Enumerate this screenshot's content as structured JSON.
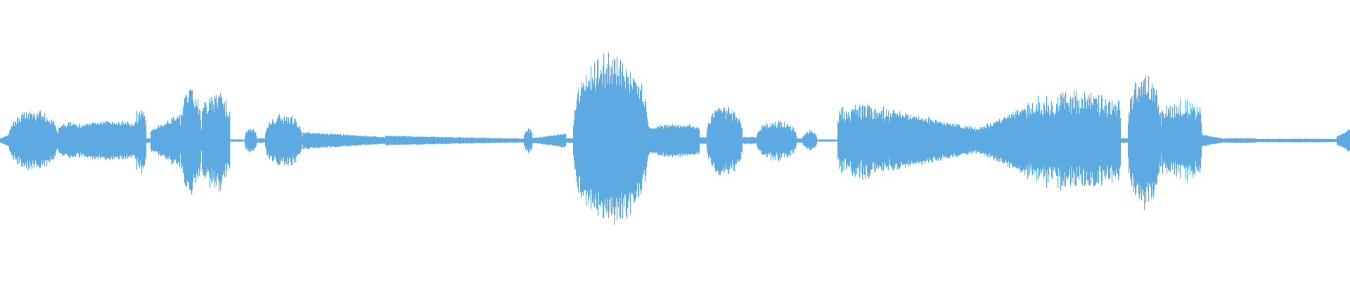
{
  "waveform": {
    "color": "#5DA9E1",
    "background": "#ffffff",
    "amplitude_scale": 1.0,
    "segments": [
      {
        "start": 0.0,
        "end": 0.006,
        "amp": 0.05,
        "shape": "rise"
      },
      {
        "start": 0.006,
        "end": 0.043,
        "amp": 0.24,
        "shape": "burst"
      },
      {
        "start": 0.043,
        "end": 0.062,
        "amp": 0.14,
        "shape": "flat"
      },
      {
        "start": 0.062,
        "end": 0.099,
        "amp": 0.16,
        "shape": "flat"
      },
      {
        "start": 0.099,
        "end": 0.108,
        "amp": 0.26,
        "shape": "spiky"
      },
      {
        "start": 0.108,
        "end": 0.111,
        "amp": 0.02,
        "shape": "flat"
      },
      {
        "start": 0.111,
        "end": 0.133,
        "amp": 0.22,
        "shape": "rise"
      },
      {
        "start": 0.133,
        "end": 0.149,
        "amp": 0.44,
        "shape": "burst"
      },
      {
        "start": 0.149,
        "end": 0.17,
        "amp": 0.4,
        "shape": "spiky"
      },
      {
        "start": 0.17,
        "end": 0.181,
        "amp": 0.01,
        "shape": "flat"
      },
      {
        "start": 0.181,
        "end": 0.19,
        "amp": 0.1,
        "shape": "burst"
      },
      {
        "start": 0.19,
        "end": 0.196,
        "amp": 0.02,
        "shape": "flat"
      },
      {
        "start": 0.196,
        "end": 0.224,
        "amp": 0.21,
        "shape": "burst"
      },
      {
        "start": 0.224,
        "end": 0.285,
        "amp": 0.07,
        "shape": "fall"
      },
      {
        "start": 0.285,
        "end": 0.388,
        "amp": 0.04,
        "shape": "fall"
      },
      {
        "start": 0.388,
        "end": 0.394,
        "amp": 0.1,
        "shape": "spiky"
      },
      {
        "start": 0.394,
        "end": 0.419,
        "amp": 0.06,
        "shape": "rise"
      },
      {
        "start": 0.419,
        "end": 0.424,
        "amp": 0.02,
        "shape": "flat"
      },
      {
        "start": 0.424,
        "end": 0.48,
        "amp": 0.68,
        "shape": "burst"
      },
      {
        "start": 0.48,
        "end": 0.518,
        "amp": 0.13,
        "shape": "flat"
      },
      {
        "start": 0.518,
        "end": 0.523,
        "amp": 0.03,
        "shape": "flat"
      },
      {
        "start": 0.523,
        "end": 0.55,
        "amp": 0.28,
        "shape": "burst"
      },
      {
        "start": 0.55,
        "end": 0.56,
        "amp": 0.03,
        "shape": "flat"
      },
      {
        "start": 0.56,
        "end": 0.59,
        "amp": 0.16,
        "shape": "burst"
      },
      {
        "start": 0.59,
        "end": 0.594,
        "amp": 0.02,
        "shape": "flat"
      },
      {
        "start": 0.594,
        "end": 0.605,
        "amp": 0.08,
        "shape": "burst"
      },
      {
        "start": 0.605,
        "end": 0.62,
        "amp": 0.01,
        "shape": "flat"
      },
      {
        "start": 0.62,
        "end": 0.66,
        "amp": 0.31,
        "shape": "spiky"
      },
      {
        "start": 0.66,
        "end": 0.725,
        "amp": 0.24,
        "shape": "fall"
      },
      {
        "start": 0.725,
        "end": 0.76,
        "amp": 0.28,
        "shape": "rise"
      },
      {
        "start": 0.76,
        "end": 0.83,
        "amp": 0.4,
        "shape": "spiky"
      },
      {
        "start": 0.83,
        "end": 0.835,
        "amp": 0.02,
        "shape": "flat"
      },
      {
        "start": 0.835,
        "end": 0.86,
        "amp": 0.54,
        "shape": "burst"
      },
      {
        "start": 0.86,
        "end": 0.89,
        "amp": 0.33,
        "shape": "spiky"
      },
      {
        "start": 0.89,
        "end": 0.905,
        "amp": 0.05,
        "shape": "fall"
      },
      {
        "start": 0.905,
        "end": 0.93,
        "amp": 0.02,
        "shape": "flat"
      },
      {
        "start": 0.93,
        "end": 0.99,
        "amp": 0.015,
        "shape": "flat"
      },
      {
        "start": 0.99,
        "end": 1.0,
        "amp": 0.1,
        "shape": "rise"
      }
    ]
  }
}
